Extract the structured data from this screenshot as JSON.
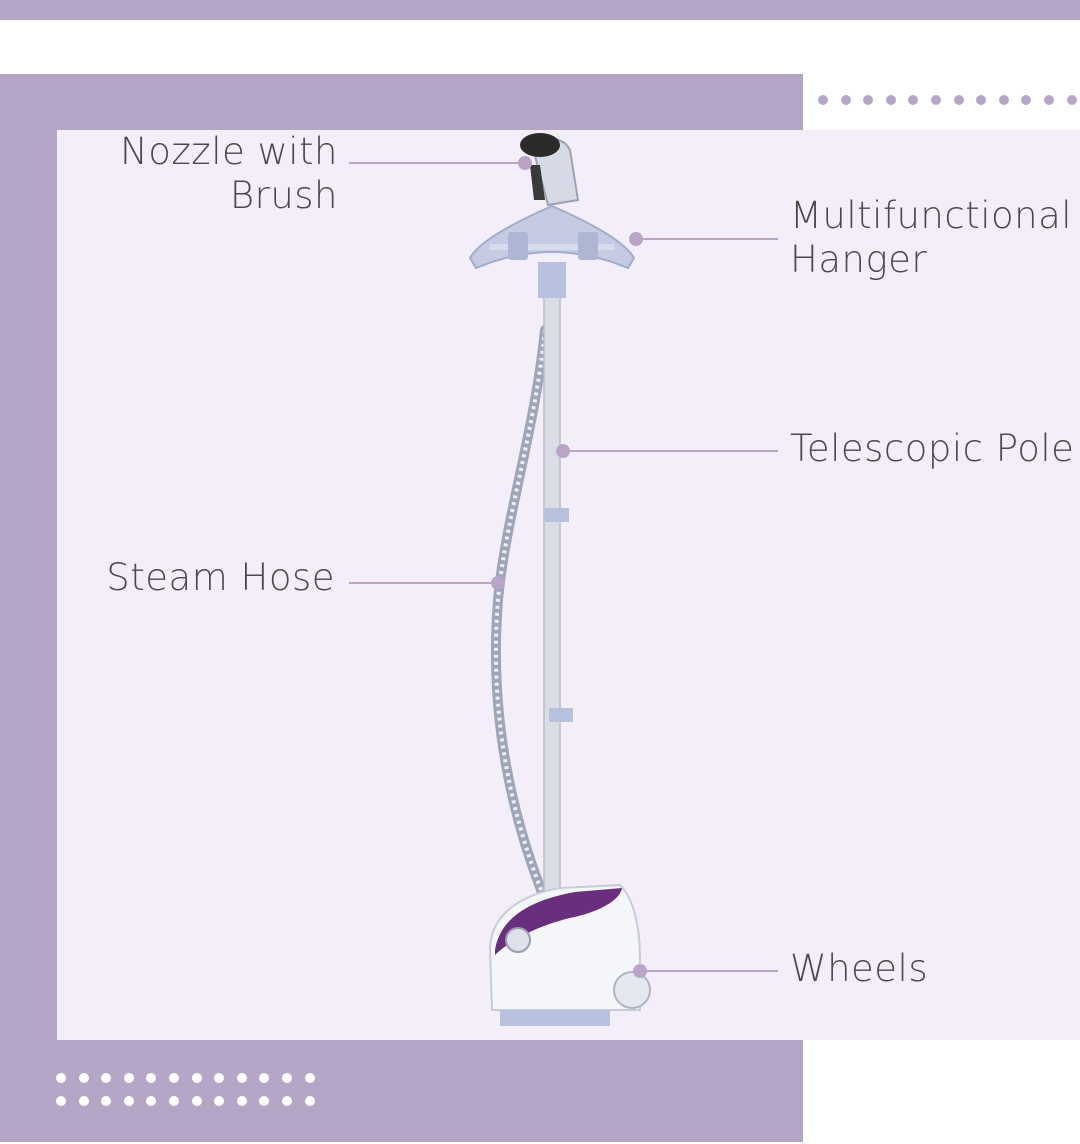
{
  "colors": {
    "frame": "#b5a6c7",
    "panel": "#f4eefb",
    "leader": "#b9a5c8",
    "text": "#4a4a4a",
    "base_accent": "#6a2e7f",
    "hanger": "#b7c0dc"
  },
  "labels": {
    "nozzle": "Nozzle with\nBrush",
    "hanger": "Multifunctional\nHanger",
    "pole": "Telescopic Pole",
    "hose": "Steam Hose",
    "wheels": "Wheels"
  }
}
